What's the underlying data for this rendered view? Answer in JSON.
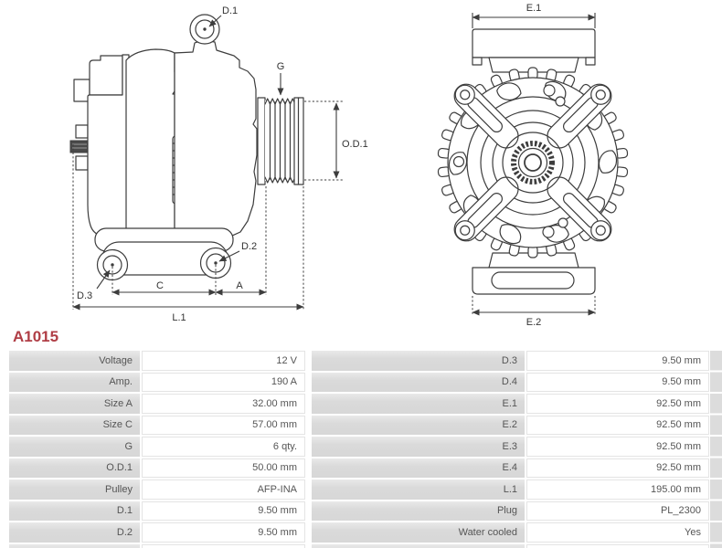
{
  "part_number": "A1015",
  "colors": {
    "accent_red": "#b03e46",
    "diagram_line": "#3d3d3d",
    "table_label_bg": "#dcdcdc",
    "table_value_border": "#e4e4e4",
    "table_text": "#555555"
  },
  "diagram": {
    "side_view_labels": {
      "d1": "D.1",
      "g": "G",
      "od1": "O.D.1",
      "d2": "D.2",
      "d3": "D.3",
      "c": "C",
      "a": "A",
      "l1": "L.1"
    },
    "rear_view_labels": {
      "e1": "E.1",
      "e2": "E.2"
    }
  },
  "spec_table": {
    "left_rows": [
      {
        "label": "Voltage",
        "value": "12 V"
      },
      {
        "label": "Amp.",
        "value": "190 A"
      },
      {
        "label": "Size A",
        "value": "32.00 mm"
      },
      {
        "label": "Size C",
        "value": "57.00 mm"
      },
      {
        "label": "G",
        "value": "6 qty."
      },
      {
        "label": "O.D.1",
        "value": "50.00 mm"
      },
      {
        "label": "Pulley",
        "value": "AFP-INA"
      },
      {
        "label": "D.1",
        "value": "9.50 mm"
      },
      {
        "label": "D.2",
        "value": "9.50 mm"
      }
    ],
    "right_rows": [
      {
        "label": "D.3",
        "value": "9.50 mm"
      },
      {
        "label": "D.4",
        "value": "9.50 mm"
      },
      {
        "label": "E.1",
        "value": "92.50 mm"
      },
      {
        "label": "E.2",
        "value": "92.50 mm"
      },
      {
        "label": "E.3",
        "value": "92.50 mm"
      },
      {
        "label": "E.4",
        "value": "92.50 mm"
      },
      {
        "label": "L.1",
        "value": "195.00 mm"
      },
      {
        "label": "Plug",
        "value": "PL_2300"
      },
      {
        "label": "Water cooled",
        "value": "Yes"
      }
    ]
  }
}
